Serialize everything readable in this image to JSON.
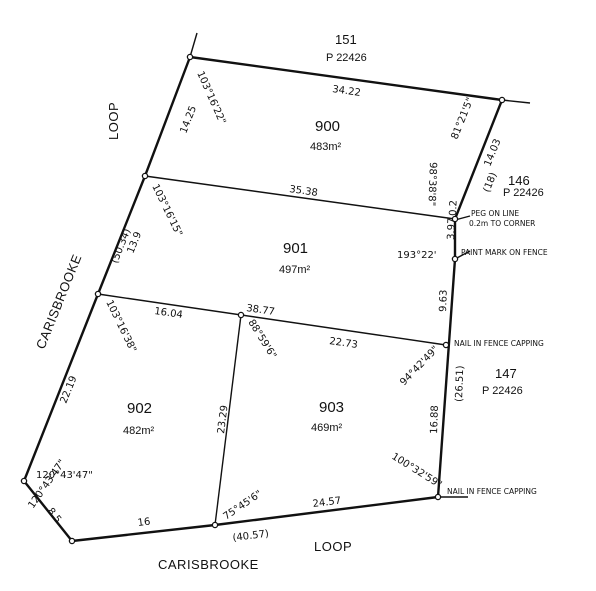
{
  "lots": [
    {
      "number": "900",
      "area": "483m²"
    },
    {
      "number": "901",
      "area": "497m²"
    },
    {
      "number": "902",
      "area": "482m²"
    },
    {
      "number": "903",
      "area": "469m²"
    }
  ],
  "neighbours": [
    {
      "number": "151",
      "plan": "P 22426"
    },
    {
      "number": "146",
      "plan": "P 22426"
    },
    {
      "number": "147",
      "plan": "P 22426"
    }
  ],
  "roads": {
    "west_name_1": "CARISBROOKE",
    "west_name_2": "LOOP",
    "south_name_1": "CARISBROOKE",
    "south_name_2": "LOOP"
  },
  "distances": {
    "d_34_22": "34.22",
    "d_14_25": "14.25",
    "d_14_03": "14.03",
    "d_18": "(18)",
    "d_35_38": "35.38",
    "d_0_2": "0.2",
    "d_3_97": "3.97",
    "d_13_9": "13.9",
    "d_50_34": "(50.34)",
    "d_38_77": "38.77",
    "d_16_04": "16.04",
    "d_22_73": "22.73",
    "d_9_63": "9.63",
    "d_22_19": "22.19",
    "d_23_29": "23.29",
    "d_16_88": "16.88",
    "d_26_51": "(26.51)",
    "d_8_5": "8.5",
    "d_16": "16",
    "d_24_57": "24.57",
    "d_40_57": "(40.57)"
  },
  "angles": {
    "a1": "103°16'22\"",
    "a2": "81°21'5\"",
    "a3": "103°16'15\"",
    "a4": "98°38'8\"",
    "a5": "193°22'",
    "a6": "103°16'38\"",
    "a7": "88°59'6\"",
    "a8": "94°42'49\"",
    "a9": "120°43'47\"",
    "a10": "120°43'47\"",
    "a11": "75°45'6\"",
    "a12": "100°32'59\""
  },
  "notes": {
    "peg_line1": "PEG ON LINE",
    "peg_line2": "0.2m TO CORNER",
    "paint_mark": "PAINT MARK ON FENCE",
    "nail_1": "NAIL IN FENCE CAPPING",
    "nail_2": "NAIL IN FENCE CAPPING"
  }
}
